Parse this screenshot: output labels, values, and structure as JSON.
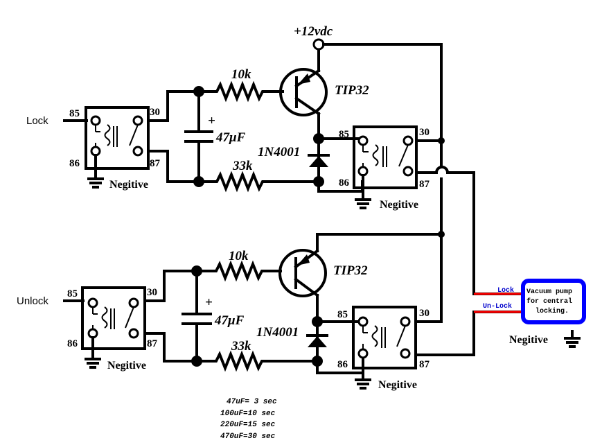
{
  "supply": "+12vdc",
  "inputs": {
    "lock": "Lock",
    "unlock": "Unlock"
  },
  "relay_pins": {
    "p85": "85",
    "p86": "86",
    "p30": "30",
    "p87": "87"
  },
  "ground_label": "Negitive",
  "components": {
    "transistor": "TIP32",
    "diode": "1N4001",
    "resistor_base": "10k",
    "resistor_discharge": "33k",
    "capacitor": "47μF"
  },
  "output_wires": {
    "lock": "Lock",
    "unlock": "Un-Lock",
    "lock_color": "#ff0000",
    "unlock_color": "#ff0000",
    "label_color": "#0000cc"
  },
  "pump": {
    "line1": "Vacuum pump",
    "line2": "for central",
    "line3": "locking.",
    "border_color": "#0000ff",
    "ground": "Negitive"
  },
  "timing_notes": [
    "47uF= 3 sec",
    "100uF=10 sec",
    "220uF=15 sec",
    "470uF=30 sec"
  ]
}
